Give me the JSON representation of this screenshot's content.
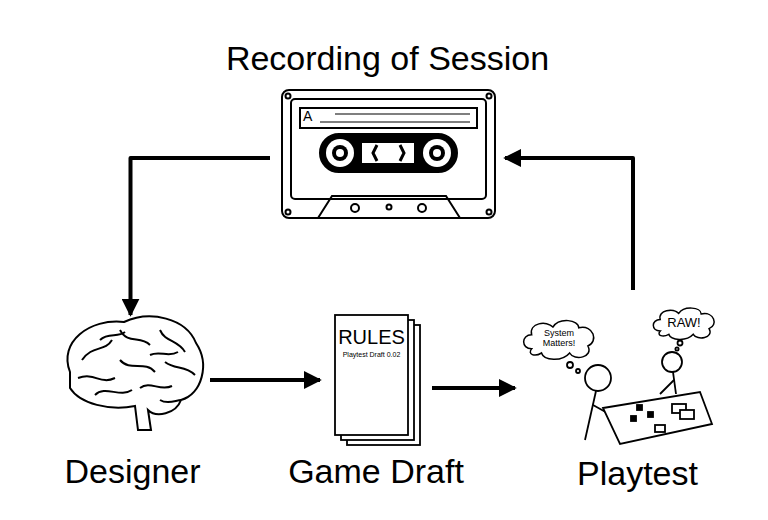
{
  "diagram": {
    "nodes": [
      {
        "text": [
          "Recording of Session",
          "A"
        ]
      },
      {
        "text": [
          "Designer"
        ]
      },
      {
        "text": [
          "RULES",
          "Playtest Draft 0.02",
          "Game Draft"
        ]
      },
      {
        "text": [
          "Playtest"
        ]
      },
      {
        "text": [
          "System Matters!"
        ],
        "in": 3
      },
      {
        "text": [
          "RAW!"
        ],
        "in": 3
      }
    ],
    "edges": [
      {
        "from": 0,
        "to": 1,
        "arrow": "to"
      },
      {
        "from": 1,
        "to": 2,
        "arrow": "to"
      },
      {
        "from": 2,
        "to": 3,
        "arrow": "to"
      },
      {
        "from": 3,
        "to": 0,
        "arrow": "to"
      }
    ]
  }
}
